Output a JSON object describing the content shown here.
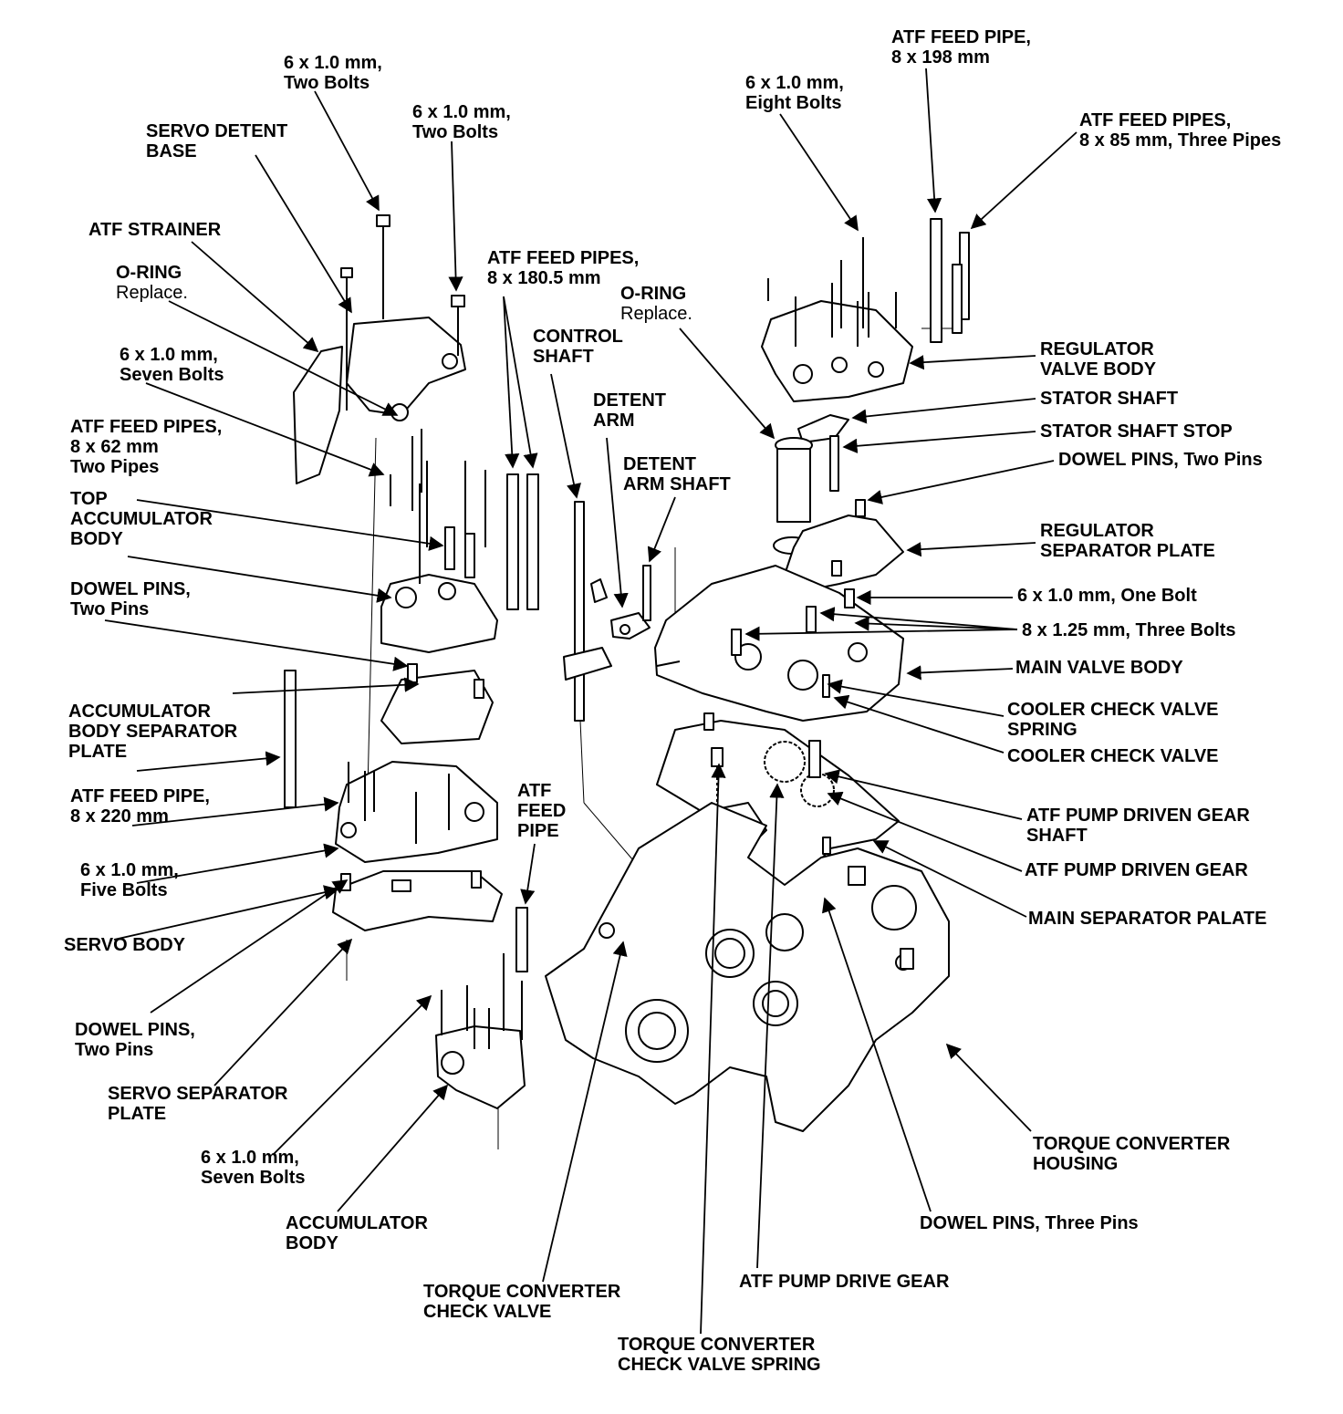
{
  "labels": {
    "bolts_6x1_two_top_left": [
      "6 x 1.0 mm,",
      "Two Bolts"
    ],
    "bolts_6x1_two_top_mid": [
      "6 x 1.0 mm,",
      "Two Bolts"
    ],
    "servo_detent_base": [
      "SERVO DETENT",
      "BASE"
    ],
    "atf_strainer": [
      "ATF STRAINER"
    ],
    "o_ring_left": [
      "O-RING"
    ],
    "o_ring_left_note": "Replace.",
    "bolts_6x1_seven_upper": [
      "6 x 1.0 mm,",
      "Seven Bolts"
    ],
    "atf_feed_pipes_62": [
      "ATF FEED PIPES,",
      "8 x 62 mm",
      "Two Pipes"
    ],
    "top_accumulator_body": [
      "TOP",
      "ACCUMULATOR",
      "BODY"
    ],
    "dowel_pins_two_left": [
      "DOWEL PINS,",
      "Two Pins"
    ],
    "accumulator_body_separator_plate": [
      "ACCUMULATOR",
      "BODY SEPARATOR",
      "PLATE"
    ],
    "atf_feed_pipe_220": [
      "ATF FEED PIPE,",
      "8 x 220 mm"
    ],
    "bolts_6x1_five": [
      "6 x 1.0 mm,",
      "Five Bolts"
    ],
    "servo_body": [
      "SERVO BODY"
    ],
    "dowel_pins_two_lower": [
      "DOWEL PINS,",
      "Two Pins"
    ],
    "servo_separator_plate": [
      "SERVO SEPARATOR",
      "PLATE"
    ],
    "bolts_6x1_seven_lower": [
      "6 x 1.0 mm,",
      "Seven Bolts"
    ],
    "accumulator_body": [
      "ACCUMULATOR",
      "BODY"
    ],
    "atf_feed_pipes_180": [
      "ATF FEED PIPES,",
      "8 x 180.5 mm"
    ],
    "control_shaft": [
      "CONTROL",
      "SHAFT"
    ],
    "detent_arm": [
      "DETENT",
      "ARM"
    ],
    "detent_arm_shaft": [
      "DETENT",
      "ARM SHAFT"
    ],
    "atf_feed_pipe_mid": [
      "ATF",
      "FEED",
      "PIPE"
    ],
    "torque_converter_check_valve": [
      "TORQUE CONVERTER",
      "CHECK VALVE"
    ],
    "torque_converter_check_valve_spring": [
      "TORQUE CONVERTER",
      "CHECK VALVE SPRING"
    ],
    "atf_pump_drive_gear": [
      "ATF PUMP DRIVE GEAR"
    ],
    "dowel_pins_three": [
      "DOWEL PINS, Three Pins"
    ],
    "torque_converter_housing": [
      "TORQUE CONVERTER",
      "HOUSING"
    ],
    "atf_feed_pipe_198": [
      "ATF FEED PIPE,",
      "8 x 198 mm"
    ],
    "bolts_6x1_eight": [
      "6 x 1.0 mm,",
      "Eight Bolts"
    ],
    "atf_feed_pipes_85": [
      "ATF FEED PIPES,",
      "8 x 85 mm, Three Pipes"
    ],
    "o_ring_right": [
      "O-RING"
    ],
    "o_ring_right_note": "Replace.",
    "regulator_valve_body": [
      "REGULATOR",
      "VALVE BODY"
    ],
    "stator_shaft": [
      "STATOR SHAFT"
    ],
    "stator_shaft_stop": [
      "STATOR SHAFT STOP"
    ],
    "dowel_pins_two_right": [
      "DOWEL PINS, Two Pins"
    ],
    "regulator_separator_plate": [
      "REGULATOR",
      "SEPARATOR PLATE"
    ],
    "bolt_6x1_one": [
      "6 x 1.0 mm, One Bolt"
    ],
    "bolts_8x125_three": [
      "8 x 1.25 mm, Three Bolts"
    ],
    "main_valve_body": [
      "MAIN VALVE BODY"
    ],
    "cooler_check_valve_spring": [
      "COOLER CHECK VALVE",
      "SPRING"
    ],
    "cooler_check_valve": [
      "COOLER CHECK VALVE"
    ],
    "atf_pump_driven_gear_shaft": [
      "ATF PUMP DRIVEN GEAR",
      "SHAFT"
    ],
    "atf_pump_driven_gear": [
      "ATF PUMP DRIVEN GEAR"
    ],
    "main_separator_palate": [
      "MAIN SEPARATOR PALATE"
    ]
  }
}
